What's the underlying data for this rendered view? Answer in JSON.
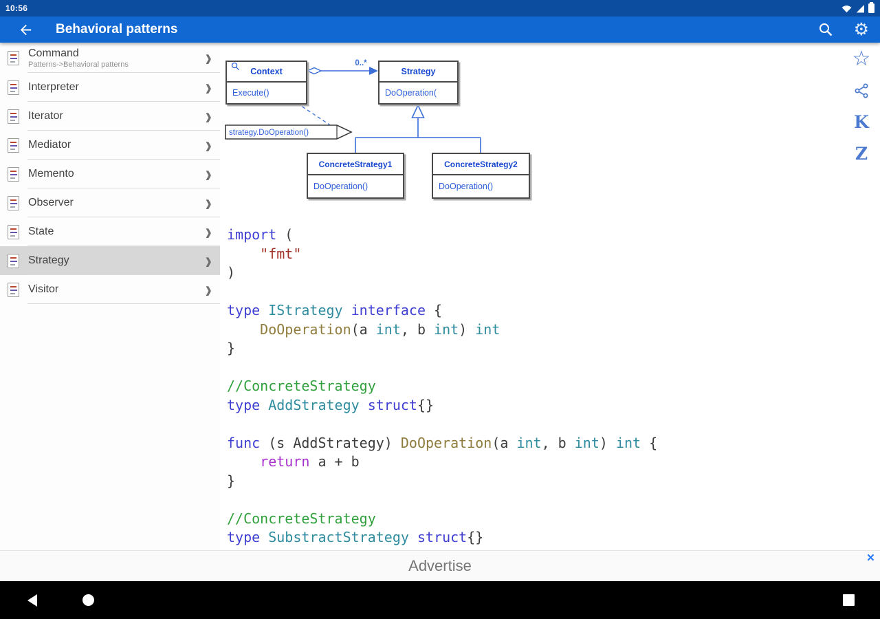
{
  "status_bar": {
    "time": "10:56"
  },
  "app_bar": {
    "title": "Behavioral patterns"
  },
  "icons": {
    "star": "☆",
    "k_label": "K",
    "z_label": "Z",
    "chevron": "›",
    "gear": "⚙",
    "close": "×"
  },
  "sidebar": {
    "items": [
      {
        "label": "Command",
        "subtitle": "Patterns->Behavioral patterns",
        "selected": false
      },
      {
        "label": "Interpreter",
        "selected": false
      },
      {
        "label": "Iterator",
        "selected": false
      },
      {
        "label": "Mediator",
        "selected": false
      },
      {
        "label": "Memento",
        "selected": false
      },
      {
        "label": "Observer",
        "selected": false
      },
      {
        "label": "State",
        "selected": false
      },
      {
        "label": "Strategy",
        "selected": true
      },
      {
        "label": "Visitor",
        "selected": false
      }
    ]
  },
  "diagram": {
    "context": {
      "title": "Context",
      "method": "Execute()"
    },
    "strategy": {
      "title": "Strategy",
      "method": "DoOperation("
    },
    "multiplicity": "0..*",
    "note": "strategy.DoOperation()",
    "concrete1": {
      "title": "ConcreteStrategy1",
      "method": "DoOperation()"
    },
    "concrete2": {
      "title": "ConcreteStrategy2",
      "method": "DoOperation()"
    }
  },
  "code": {
    "lines": [
      [
        [
          "kw",
          "import"
        ],
        [
          "pl",
          " ("
        ]
      ],
      [
        [
          "pl",
          "    "
        ],
        [
          "str",
          "\"fmt\""
        ]
      ],
      [
        [
          "pl",
          ")"
        ]
      ],
      [],
      [
        [
          "kw",
          "type"
        ],
        [
          "pl",
          " "
        ],
        [
          "typ",
          "IStrategy"
        ],
        [
          "pl",
          " "
        ],
        [
          "kw",
          "interface"
        ],
        [
          "pl",
          " {"
        ]
      ],
      [
        [
          "pl",
          "    "
        ],
        [
          "fn",
          "DoOperation"
        ],
        [
          "pl",
          "(a "
        ],
        [
          "typ",
          "int"
        ],
        [
          "pl",
          ", b "
        ],
        [
          "typ",
          "int"
        ],
        [
          "pl",
          ") "
        ],
        [
          "typ",
          "int"
        ]
      ],
      [
        [
          "pl",
          "}"
        ]
      ],
      [],
      [
        [
          "com",
          "//ConcreteStrategy"
        ]
      ],
      [
        [
          "kw",
          "type"
        ],
        [
          "pl",
          " "
        ],
        [
          "typ",
          "AddStrategy"
        ],
        [
          "pl",
          " "
        ],
        [
          "kw",
          "struct"
        ],
        [
          "pl",
          "{}"
        ]
      ],
      [],
      [
        [
          "kw",
          "func"
        ],
        [
          "pl",
          " (s AddStrategy) "
        ],
        [
          "fn",
          "DoOperation"
        ],
        [
          "pl",
          "(a "
        ],
        [
          "typ",
          "int"
        ],
        [
          "pl",
          ", b "
        ],
        [
          "typ",
          "int"
        ],
        [
          "pl",
          ") "
        ],
        [
          "typ",
          "int"
        ],
        [
          "pl",
          " {"
        ]
      ],
      [
        [
          "pl",
          "    "
        ],
        [
          "kw2",
          "return"
        ],
        [
          "pl",
          " a + b"
        ]
      ],
      [
        [
          "pl",
          "}"
        ]
      ],
      [],
      [
        [
          "com",
          "//ConcreteStrategy"
        ]
      ],
      [
        [
          "kw",
          "type"
        ],
        [
          "pl",
          " "
        ],
        [
          "typ",
          "SubstractStrategy"
        ],
        [
          "pl",
          " "
        ],
        [
          "kw",
          "struct"
        ],
        [
          "pl",
          "{}"
        ]
      ]
    ]
  },
  "ad_bar": {
    "label": "Advertise"
  },
  "colors": {
    "status_bar": "#0c4da0",
    "app_bar": "#1268d2",
    "diagram_line": "#3a6fd8",
    "diagram_text": "#2b5cd9",
    "selected_row": "#d7d7d7",
    "action_icons": "#4b79cf",
    "ad_close": "#2979ff"
  }
}
